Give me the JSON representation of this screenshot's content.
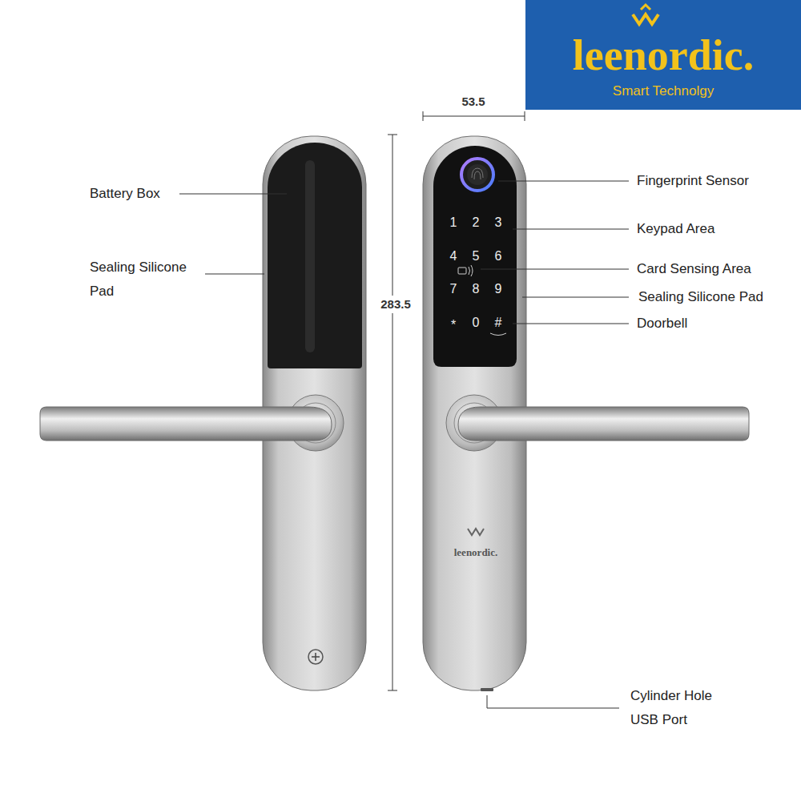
{
  "diagram": {
    "nodes": [
      {
        "text": [
          "leenordic.",
          "Smart Technolgy"
        ]
      }
    ],
    "labels": [
      "53.5",
      "Battery Box",
      "Fingerprint Sensor",
      "Keypad Area",
      "1",
      "2",
      "3",
      "4",
      "5",
      "6",
      "7",
      "8",
      "9",
      "*",
      "0",
      "#",
      "Sealing Silicone Pad",
      "Card Sensing Area",
      "283.5",
      "Sealing Silicone Pad",
      "Doorbell",
      "leenordic.",
      "Cylinder Hole",
      "USB Port"
    ]
  }
}
